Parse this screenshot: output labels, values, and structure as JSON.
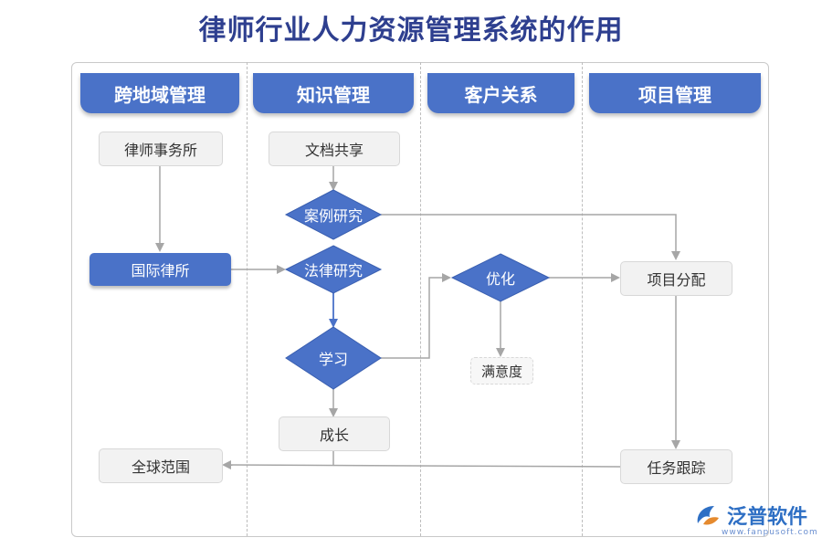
{
  "title": "律师行业人力资源管理系统的作用",
  "lanes": [
    "跨地域管理",
    "知识管理",
    "客户关系",
    "项目管理"
  ],
  "nodes": {
    "law_firm": "律师事务所",
    "intl_firm": "国际律所",
    "global": "全球范围",
    "doc_share": "文档共享",
    "case_study": "案例研究",
    "law_study": "法律研究",
    "learning": "学习",
    "growth": "成长",
    "optimize": "优化",
    "satisfaction": "满意度",
    "project_assign": "项目分配",
    "task_track": "任务跟踪"
  },
  "colors": {
    "accent": "#4a72c8",
    "title": "#2e3f8f",
    "arrow": "#a6a6a6"
  },
  "logo": {
    "name": "泛普软件",
    "url": "www.fanpusoft.com",
    "icon": "fanpu-logo-icon"
  }
}
